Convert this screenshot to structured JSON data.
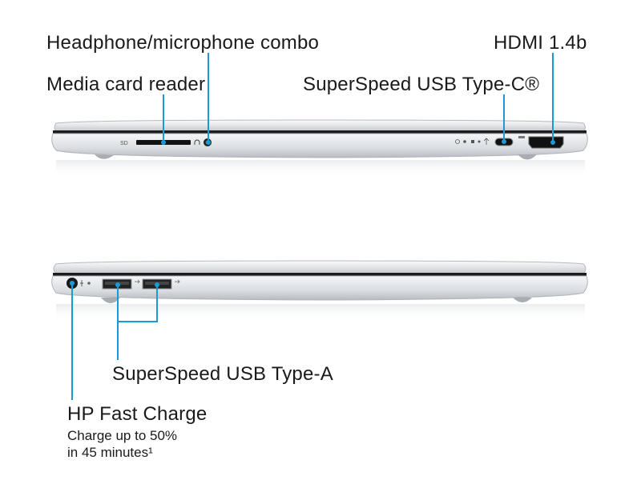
{
  "colors": {
    "callout_line": "#1a9ad6",
    "text": "#1a1a1a",
    "chassis_light": "#f2f3f5",
    "chassis_mid": "#c9ccd1",
    "chassis_dark": "#8e9299",
    "port_black": "#111111"
  },
  "callouts": {
    "headphone_combo": "Headphone/microphone combo",
    "media_card_reader": "Media card reader",
    "hdmi": "HDMI 1.4b",
    "usb_c": "SuperSpeed USB Type-C®",
    "usb_a": "SuperSpeed USB Type-A",
    "fast_charge_title": "HP Fast Charge",
    "fast_charge_line1": "Charge up to 50%",
    "fast_charge_line2": "in 45 minutes¹"
  },
  "port_markings": {
    "sd": "SD"
  }
}
